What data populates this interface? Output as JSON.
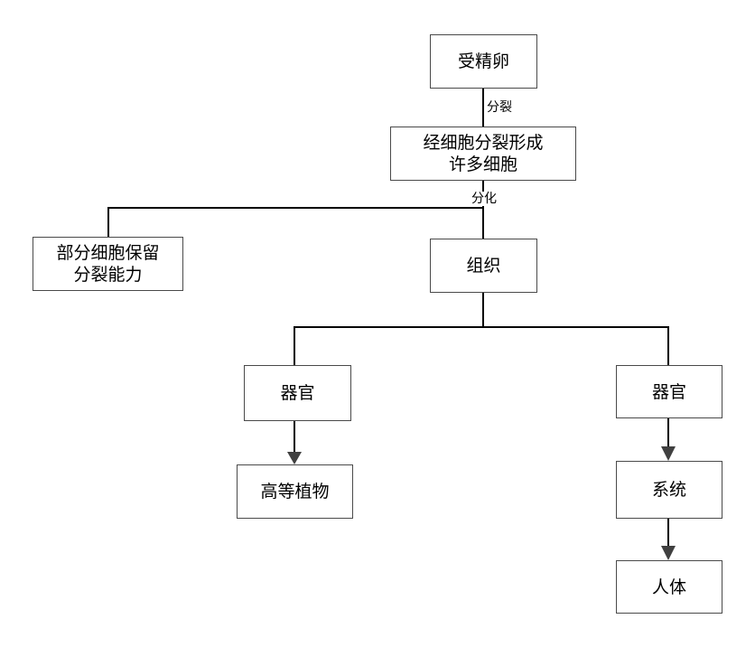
{
  "nodes": {
    "zygote": "受精卵",
    "cells": [
      "经细胞分裂形成",
      "许多细胞"
    ],
    "retain": [
      "部分细胞保留",
      "分裂能力"
    ],
    "tissue": "组织",
    "organ_left": "器官",
    "plant": "高等植物",
    "organ_right": "器官",
    "system": "系统",
    "human": "人体"
  },
  "edge_labels": {
    "division": "分裂",
    "differentiation": "分化"
  }
}
